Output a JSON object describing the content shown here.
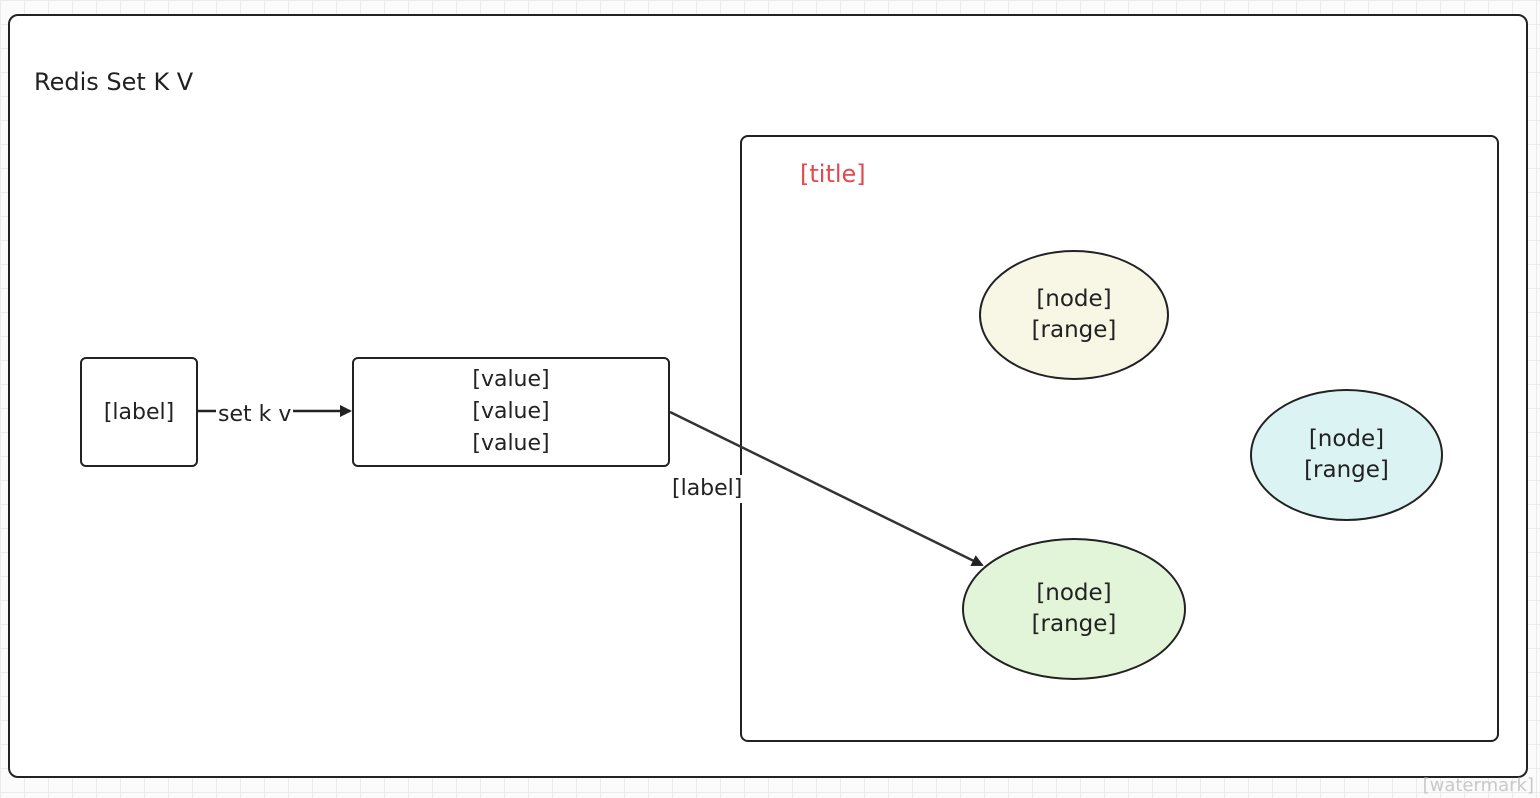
{
  "diagram": {
    "title": "Redis Set K V",
    "client": {
      "label": "[label]"
    },
    "calc_box": {
      "lines": [
        "[value]",
        "[value]",
        "[value]"
      ]
    },
    "cluster": {
      "title": "[title]"
    },
    "nodes": [
      {
        "name": "[node]",
        "range": "[range]",
        "fill": "#f8f7e6"
      },
      {
        "name": "[node]",
        "range": "[range]",
        "fill": "#dcf3f4"
      },
      {
        "name": "[node]",
        "range": "[range]",
        "fill": "#e3f5d9"
      }
    ],
    "edges": [
      {
        "label": "set k v"
      },
      {
        "label": "[label]"
      }
    ],
    "watermark": "[watermark]",
    "colors": {
      "cluster_title": "#e5484d",
      "stroke": "#222222"
    }
  }
}
